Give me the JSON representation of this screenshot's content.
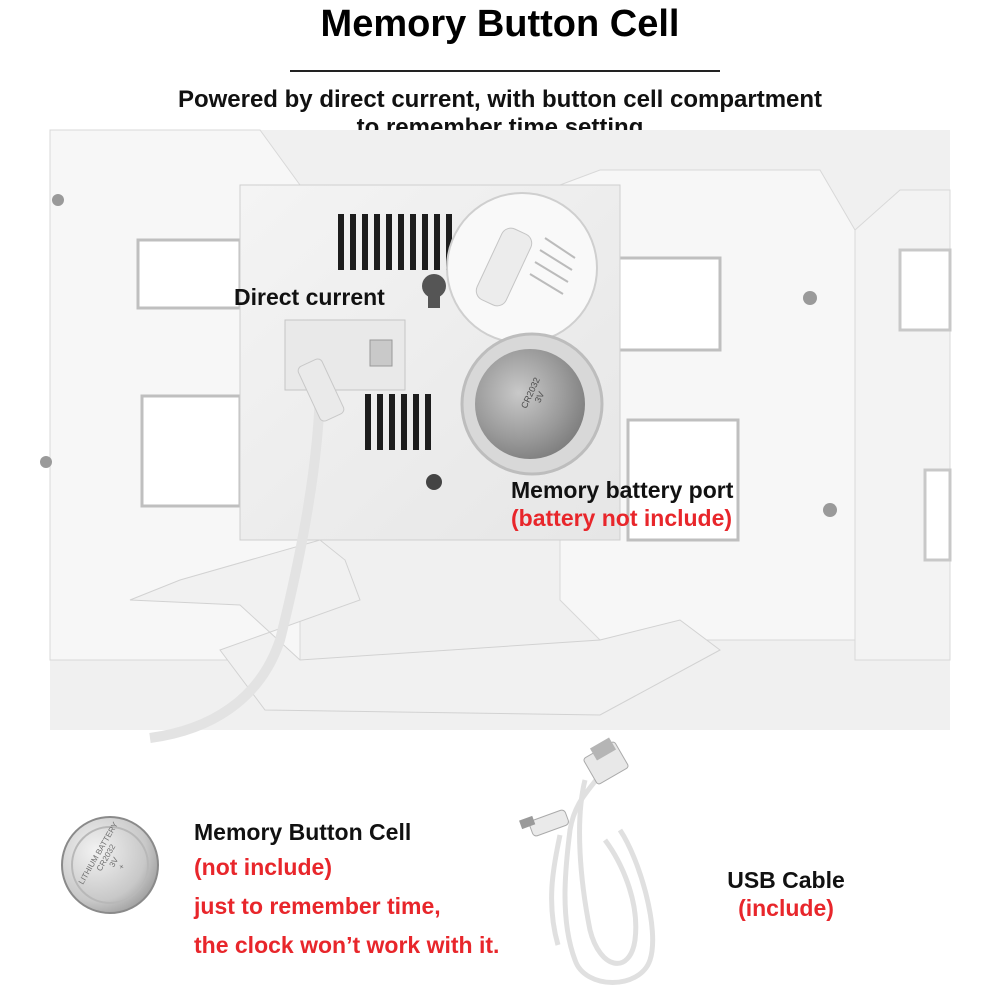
{
  "header": {
    "title": "Memory Button Cell",
    "subtitle_line1": "Powered by direct current, with button cell compartment",
    "subtitle_line2": "to remember time setting"
  },
  "callouts": {
    "direct_current": "Direct current",
    "battery_port": "Memory battery port",
    "battery_port_note": "(battery not include)"
  },
  "coin": {
    "engraving_1": "LITHIUM BATTERY",
    "engraving_2": "CR2032",
    "engraving_3": "3V",
    "engraving_4": "+"
  },
  "items": {
    "cell_title": "Memory Button Cell",
    "cell_note": "(not include)",
    "cell_line1": "just to remember time,",
    "cell_line2": "the clock won’t work with it.",
    "usb_title": "USB Cable",
    "usb_note": "(include)"
  },
  "colors": {
    "accent_red": "#e8262b",
    "text": "#111111"
  }
}
